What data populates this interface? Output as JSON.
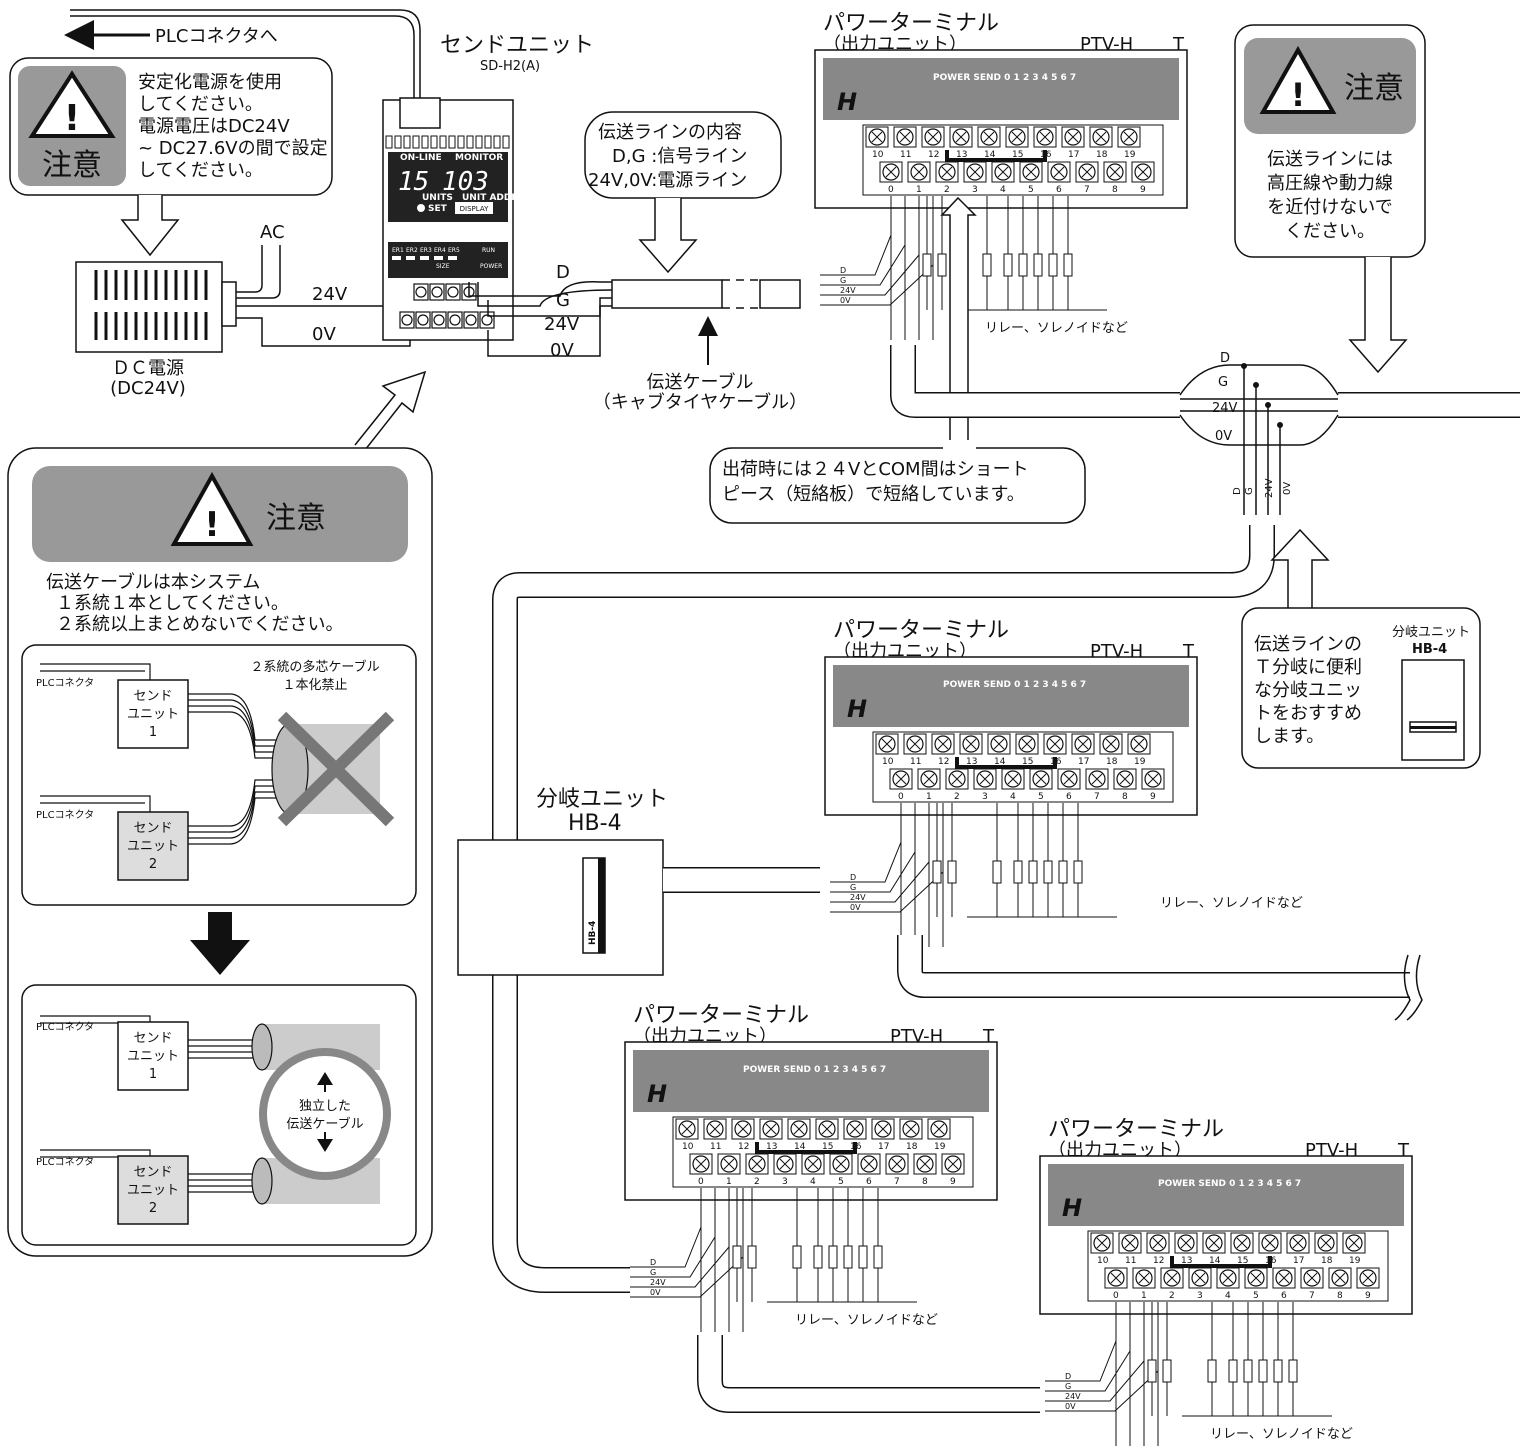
{
  "plc_arrow_label": "PLCコネクタへ",
  "send_unit": {
    "title": "センドユニット",
    "model": "SD-H2(A)",
    "display_left": "15",
    "display_right": "103",
    "label_online": "ON-LINE",
    "label_monitor": "MONITOR",
    "label_units": "UNITS",
    "label_unit_address": "UNIT ADDRESS",
    "label_set": "SET",
    "label_display": "DISPLAY",
    "err_labels": [
      "ER1",
      "ER2",
      "ER3",
      "ER4",
      "ER5"
    ],
    "label_run": "RUN",
    "label_size": "SIZE",
    "label_power": "POWER"
  },
  "caution_top_left": {
    "badge": "注意",
    "lines": [
      "安定化電源を使用",
      "してください。",
      "電源電圧はDC24V",
      "~ DC27.6Vの間で設定",
      "してください。"
    ]
  },
  "dc_power": {
    "label_line1": "ＤＣ電源",
    "label_line2": "(DC24V)",
    "ac": "AC",
    "v24": "24V",
    "v0": "0V"
  },
  "unit_wires": {
    "d": "D",
    "g": "G",
    "v24": "24V",
    "v0": "0V"
  },
  "bubble_line_contents": {
    "lines": [
      "伝送ラインの内容",
      "D,G :信号ライン",
      "24V,0V:電源ライン"
    ]
  },
  "cable_label": {
    "line1": "伝送ケーブル",
    "line2": "（キャブタイヤケーブル）"
  },
  "short_piece_note": {
    "line1": "出荷時には２４VとCOM間はショート",
    "line2": "ピース（短絡板）で短絡しています。"
  },
  "caution_top_right": {
    "badge": "注意",
    "lines": [
      "伝送ラインには",
      "高圧線や動力線",
      "を近付けないで",
      "ください。"
    ]
  },
  "terminals": [
    {
      "title": "パワーターミナル",
      "subtitle": "（出力ユニット）",
      "model": "PTV-H",
      "suffix": "T"
    },
    {
      "title": "パワーターミナル",
      "subtitle": "（出力ユニット）",
      "model": "PTV-H",
      "suffix": "T"
    },
    {
      "title": "パワーターミナル",
      "subtitle": "（出力ユニット）",
      "model": "PTV-H",
      "suffix": "T"
    },
    {
      "title": "パワーターミナル",
      "subtitle": "（出力ユニット）",
      "model": "PTV-H",
      "suffix": "T"
    }
  ],
  "terminal_header": "POWER SEND   0  1  2  3  4  5  6  7",
  "terminal_top_numbers": [
    "10",
    "11",
    "12",
    "13",
    "14",
    "15",
    "16",
    "17",
    "18",
    "19"
  ],
  "terminal_bottom_numbers": [
    "0",
    "1",
    "2",
    "3",
    "4",
    "5",
    "6",
    "7",
    "8",
    "9"
  ],
  "relay_label": "リレー、ソレノイドなど",
  "branch_unit": {
    "title": "分岐ユニット",
    "model": "HB-4",
    "slot_text": "HB-4"
  },
  "branch_tip": {
    "lines": [
      "伝送ラインの",
      "Ｔ分岐に便利",
      "な分岐ユニッ",
      "トをおすすめ",
      "します。"
    ],
    "unit_title": "分岐ユニット",
    "unit_model": "HB-4"
  },
  "caution_cable": {
    "badge": "注意",
    "lines": [
      "伝送ケーブルは本システム",
      "１系統１本としてください。",
      "２系統以上まとめないでください。"
    ],
    "plc_label": "PLCコネクタ",
    "send_unit_1": [
      "センド",
      "ユニット",
      "1"
    ],
    "send_unit_2": [
      "センド",
      "ユニット",
      "2"
    ],
    "prohibited_lines": [
      "２系統の多芯ケーブル",
      "１本化禁止"
    ],
    "independent_lines": [
      "独立した",
      "伝送ケーブル"
    ]
  }
}
